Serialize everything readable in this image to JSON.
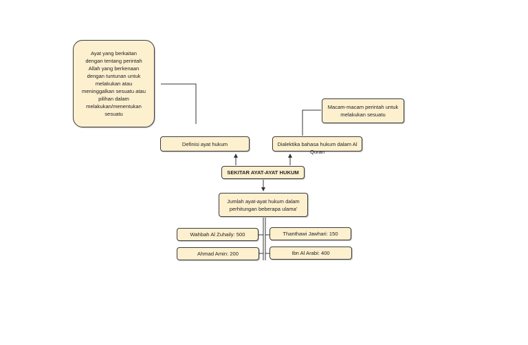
{
  "diagram": {
    "colors": {
      "box_fill": "#fdf0cf",
      "box_border": "#3a3a3a",
      "line": "#333333",
      "text": "#222222"
    },
    "nodes": {
      "ayat_note": "Ayat yang berkaitan dengan tentang perintah Allah yang berkenaan dengan tuntunan untuk melakukan atau meninggalkan sesuatu atau pilihan dalam melakukan/menentukan sesuatu",
      "macam": "Macam-macam perintah untuk melakukan sesuatu",
      "definisi": "Definisi ayat hukum",
      "dialektika": "Dialektika bahasa hukum dalam Al Quran",
      "sekitar": "SEKITAR AYAT-AYAT HUKUM",
      "jumlah": "Jumlah ayat-ayat hukum dalam perhitungan beberapa ulama'",
      "wahbah": "Wahbah Al Zuhaily: 500",
      "thanthawi": "Thanthawi Jawhari: 150",
      "ahmad": "Ahmad Amin: 200",
      "ibn": "Ibn Al Arabi: 400"
    }
  }
}
